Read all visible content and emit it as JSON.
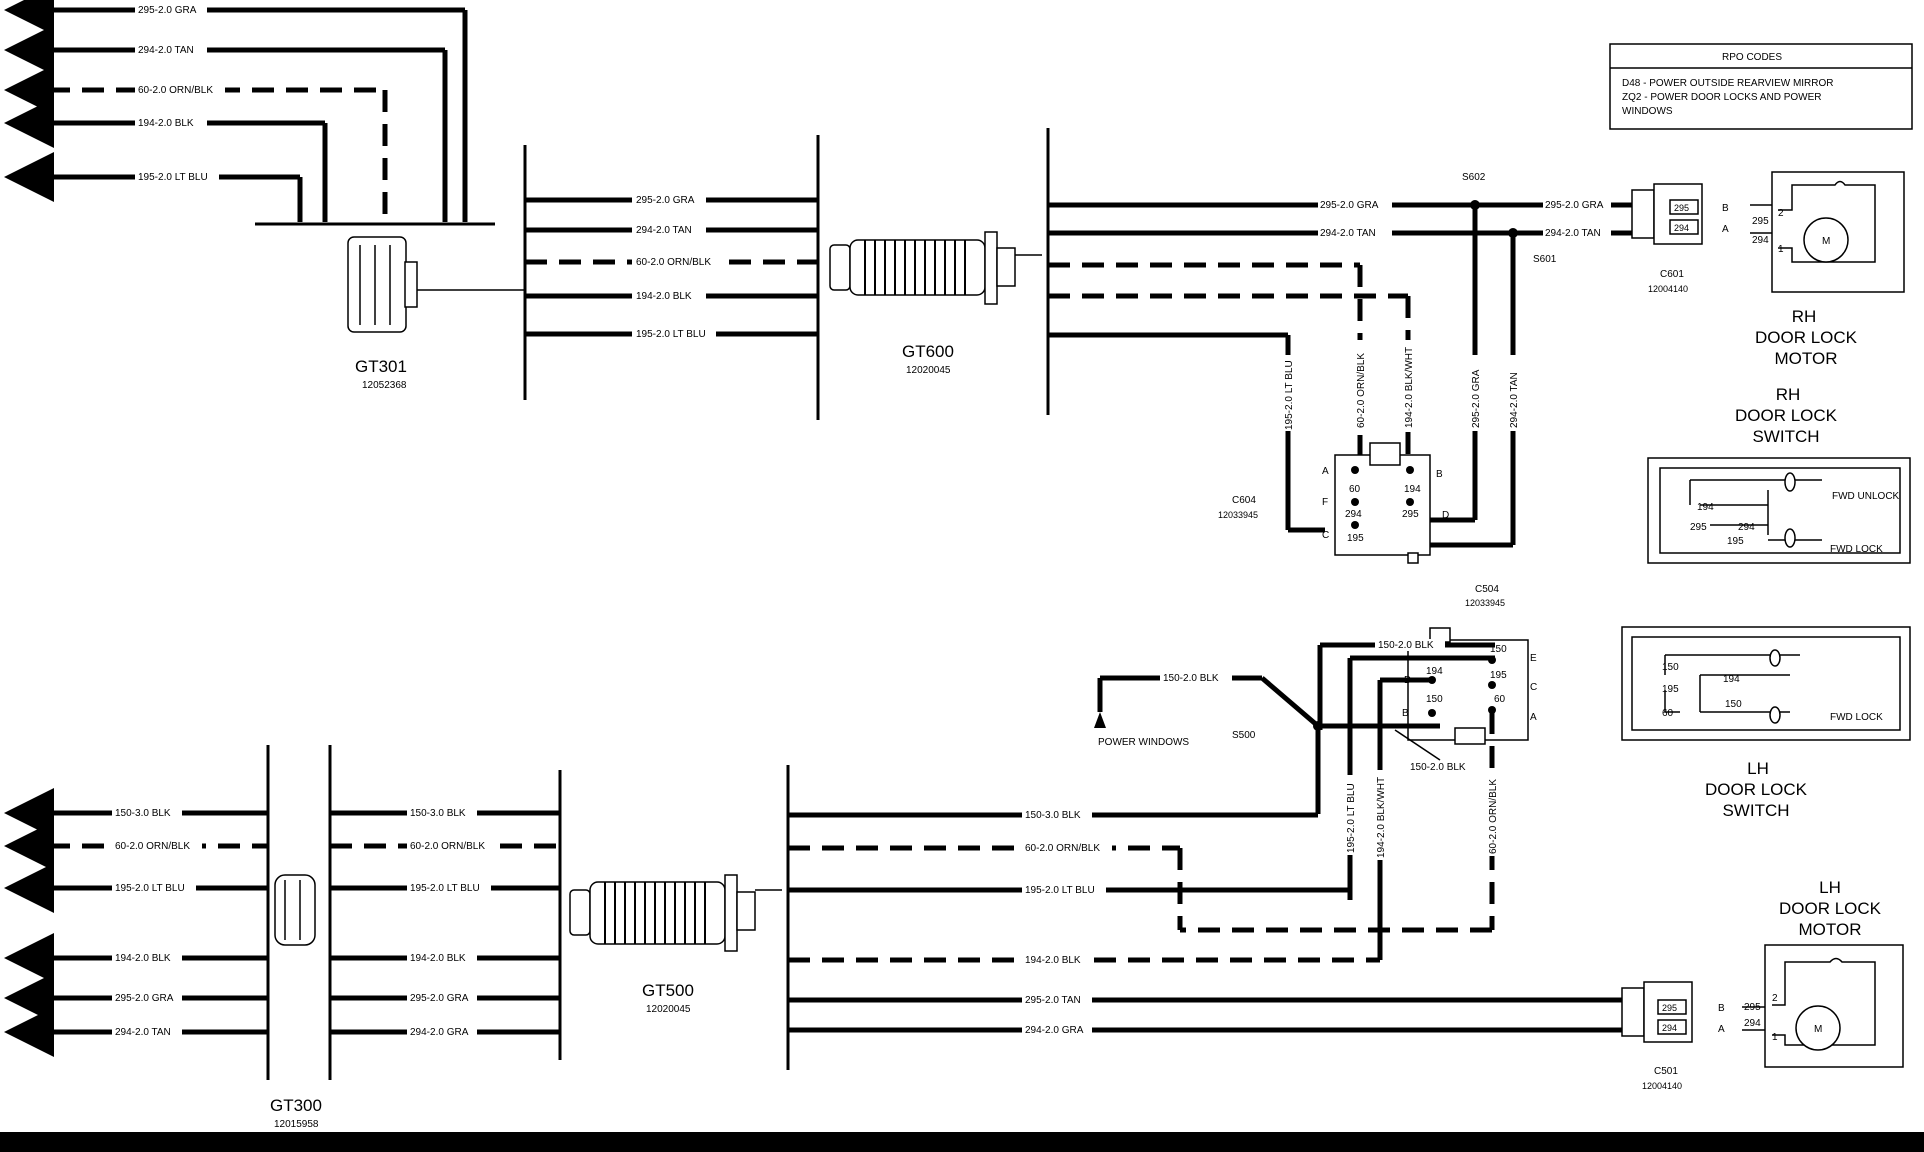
{
  "rpo": {
    "heading": "RPO CODES",
    "line1": "D48 - POWER OUTSIDE REARVIEW MIRROR",
    "line2": "ZQ2 - POWER DOOR LOCKS AND POWER",
    "line3": "WINDOWS"
  },
  "top_left_wires": [
    "295-2.0 GRA",
    "294-2.0 TAN",
    "60-2.0 ORN/BLK",
    "194-2.0 BLK",
    "195-2.0 LT BLU"
  ],
  "gt600_left_wires": [
    "295-2.0 GRA",
    "294-2.0 TAN",
    "60-2.0 ORN/BLK",
    "194-2.0 BLK",
    "195-2.0 LT BLU"
  ],
  "gt600_right_wires": [
    "295-2.0 GRA",
    "294-2.0 TAN"
  ],
  "rh_vertical_wires": [
    "195-2.0 LT BLU",
    "60-2.0 ORN/BLK",
    "194-2.0 BLK/WHT",
    "295-2.0 GRA",
    "294-2.0 TAN"
  ],
  "connectors": {
    "gt301_name": "GT301",
    "gt301_num": "12052368",
    "gt600_name": "GT600",
    "gt600_num": "12020045",
    "gt500_name": "GT500",
    "gt500_num": "12020045",
    "gt300_name": "GT300",
    "gt300_num": "12015958",
    "c601_name": "C601",
    "c601_num": "12004140",
    "c501_name": "C501",
    "c501_num": "12004140",
    "c604_name": "C604",
    "c604_num": "12033945",
    "c504_name": "C504",
    "c504_num": "12033945"
  },
  "splices": {
    "s602": "S602",
    "s601": "S601",
    "s500": "S500"
  },
  "rh_motor": {
    "l1": "RH",
    "l2": "DOOR LOCK",
    "l3": "MOTOR",
    "pin_a": "A",
    "pin_b": "B",
    "w295": "295",
    "w294": "294",
    "n2": "2",
    "n1": "1",
    "m": "M"
  },
  "rh_switch": {
    "l1": "RH",
    "l2": "DOOR LOCK",
    "l3": "SWITCH",
    "unlock": "FWD UNLOCK",
    "lock": "FWD LOCK",
    "p194": "194",
    "p295": "295",
    "p294": "294",
    "p195": "195"
  },
  "c604": {
    "A": "A",
    "F": "F",
    "C": "C",
    "B": "B",
    "D": "D",
    "p60": "60",
    "p194": "194",
    "p294": "294",
    "p295": "295",
    "p195": "195"
  },
  "lh_switch": {
    "l1": "LH",
    "l2": "DOOR LOCK",
    "l3": "SWITCH",
    "lock": "FWD LOCK",
    "p150a": "150",
    "p195": "195",
    "p60": "60",
    "p194": "194",
    "p150b": "150"
  },
  "lh_motor": {
    "l1": "LH",
    "l2": "DOOR LOCK",
    "l3": "MOTOR",
    "pin_a": "A",
    "pin_b": "B",
    "w295": "295",
    "w294": "294",
    "n2": "2",
    "n1": "1",
    "m": "M"
  },
  "c504": {
    "E": "E",
    "C": "C",
    "A": "A",
    "D": "D",
    "B": "B",
    "p150a": "150",
    "p195": "195",
    "p60": "60",
    "p194": "194",
    "p150b": "150"
  },
  "power_windows": "POWER WINDOWS",
  "w150_pw": "150-2.0 BLK",
  "w150_c504": "150-2.0 BLK",
  "w150_s500": "150-2.0 BLK",
  "lh_vertical_wires": [
    "195-2.0 LT BLU",
    "194-2.0 BLK/WHT",
    "60-2.0 ORN/BLK"
  ],
  "bottom_left_wires": [
    "150-3.0 BLK",
    "60-2.0 ORN/BLK",
    "195-2.0 LT BLU",
    "194-2.0 BLK",
    "295-2.0 GRA",
    "294-2.0 TAN"
  ],
  "gt500_left_wires": [
    "150-3.0 BLK",
    "60-2.0 ORN/BLK",
    "195-2.0 LT BLU",
    "194-2.0 BLK",
    "295-2.0 GRA",
    "294-2.0 GRA"
  ],
  "gt500_right_wires": [
    "150-3.0 BLK",
    "60-2.0 ORN/BLK",
    "195-2.0 LT BLU",
    "194-2.0 BLK",
    "295-2.0 TAN",
    "294-2.0 GRA"
  ]
}
